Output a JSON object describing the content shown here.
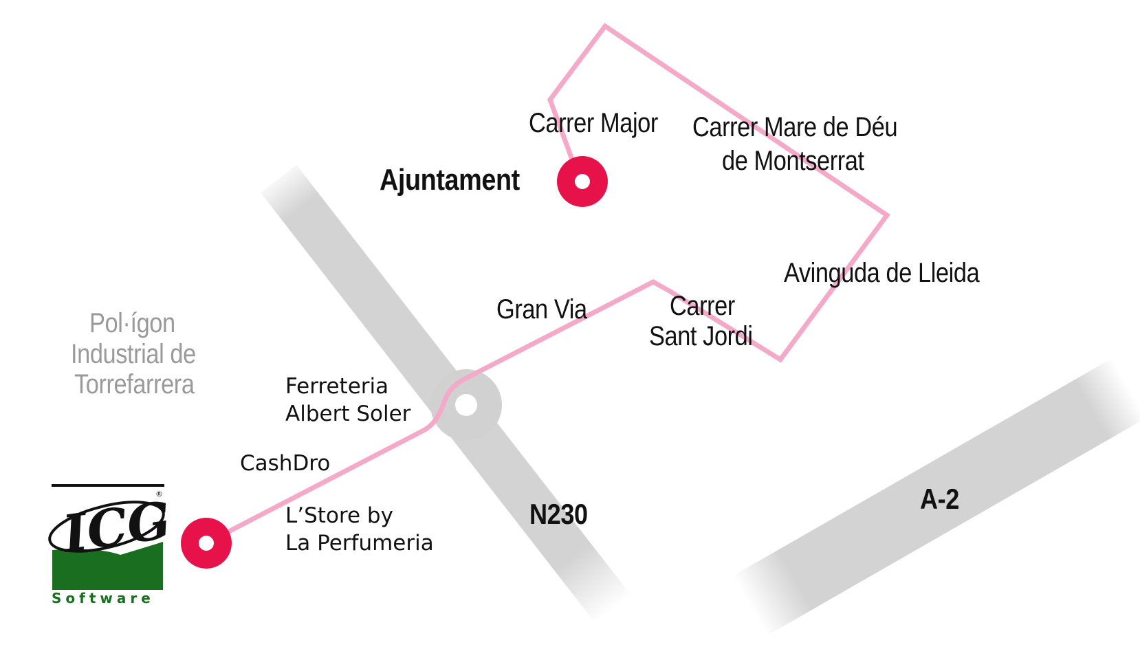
{
  "map": {
    "colors": {
      "route": "#f4a9c8",
      "road": "#d5d5d5",
      "marker": "#e8124a",
      "logo_green": "#1a6e1f",
      "label": "#111111",
      "zone_label": "#9a9a9a"
    },
    "labels": {
      "carrer_major": "Carrer Major",
      "carrer_mare_de_deu_line1": "Carrer Mare de Déu",
      "carrer_mare_de_deu_line2": "de Montserrat",
      "ajuntament": "Ajuntament",
      "avinguda_de_lleida": "Avinguda de Lleida",
      "gran_via": "Gran Via",
      "carrer_sant_jordi_line1": "Carrer",
      "carrer_sant_jordi_line2": "Sant Jordi",
      "poligon_line1": "Pol·ígon",
      "poligon_line2": "Industrial de",
      "poligon_line3": "Torrefarrera",
      "ferreteria_line1": "Ferreteria",
      "ferreteria_line2": "Albert Soler",
      "cashdro": "CashDro",
      "lstore_line1": "L’Store by",
      "lstore_line2": "La Perfumeria",
      "road_n230": "N230",
      "road_a2": "A-2"
    },
    "logo": {
      "text": "ICG",
      "subtitle": "Software"
    },
    "icons": {
      "marker_ajuntament": "location-marker-icon",
      "marker_icg": "location-marker-icon",
      "roundabout": "roundabout-icon"
    }
  }
}
